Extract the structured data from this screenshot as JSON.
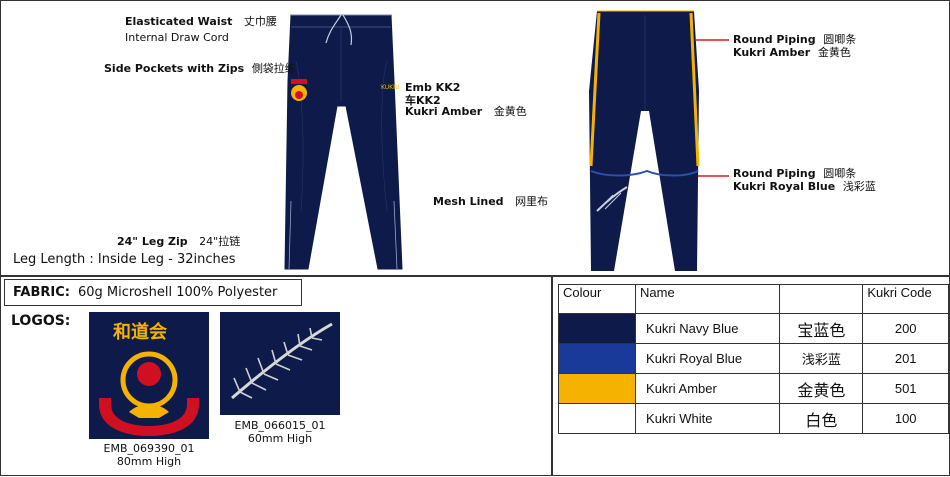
{
  "front_labels": {
    "waist_en": "Elasticated Waist",
    "waist_cn": "丈巾腰",
    "draw_cord": "Internal Draw Cord",
    "pockets_en": "Side Pockets with Zips",
    "pockets_cn": "側袋拉练",
    "emb_en": "Emb KK2",
    "emb_cn": "车KK2",
    "emb_colour_en": "Kukri Amber",
    "emb_colour_cn": "金黄色",
    "leg_zip": "24\" Leg Zip",
    "leg_zip_cn": "24\"拉链",
    "leg_length": "Leg Length : Inside Leg - 32inches",
    "mesh_en": "Mesh Lined",
    "mesh_cn": "网里布"
  },
  "back_labels": {
    "piping1_en": "Round Piping",
    "piping1_cn": "圆唧条",
    "piping1_colour_en": "Kukri Amber",
    "piping1_colour_cn": "金黄色",
    "piping2_en": "Round Piping",
    "piping2_cn": "圆唧条",
    "piping2_colour_en": "Kukri Royal Blue",
    "piping2_colour_cn": "浅彩蓝"
  },
  "fabric": {
    "label": "FABRIC:",
    "value": "60g Microshell 100% Polyester"
  },
  "logos": {
    "label": "LOGOS:",
    "logo1": {
      "code": "EMB_069390_01",
      "size": "80mm High"
    },
    "logo2": {
      "code": "EMB_066015_01",
      "size": "60mm High"
    }
  },
  "colour_table": {
    "headers": [
      "Colour",
      "Name",
      "",
      "Kukri Code"
    ],
    "rows": [
      {
        "swatch": "#0d1a4a",
        "name": "Kukri Navy Blue",
        "cn": "宝蓝色",
        "code": "200"
      },
      {
        "swatch": "#1a3a99",
        "name": "Kukri Royal Blue",
        "cn": "浅彩蓝",
        "code": "201"
      },
      {
        "swatch": "#f5b300",
        "name": "Kukri Amber",
        "cn": "金黄色",
        "code": "501"
      },
      {
        "swatch": "#ffffff",
        "name": "Kukri White",
        "cn": "白色",
        "code": "100"
      }
    ]
  },
  "colors": {
    "navy": "#0d1a4a",
    "amber": "#f5b300",
    "royal": "#2a4fb0",
    "red": "#e01515"
  }
}
